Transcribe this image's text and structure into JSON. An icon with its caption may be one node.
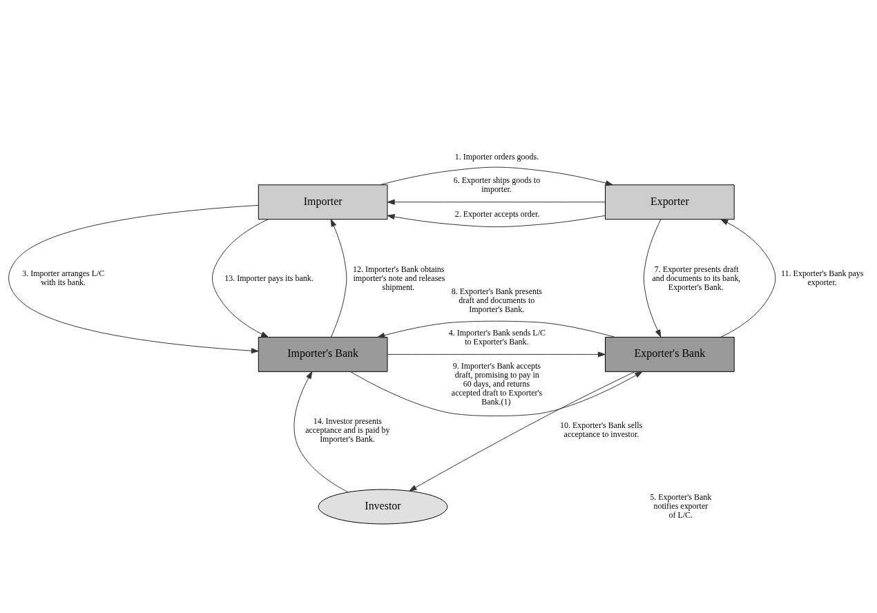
{
  "diagram": {
    "nodes": [
      {
        "text": [
          "Exporter"
        ]
      },
      {
        "text": [
          "Importer"
        ]
      },
      {
        "text": [
          "Exporter's Bank"
        ]
      },
      {
        "text": [
          "Importer's Bank"
        ]
      },
      {
        "text": [
          "Investor"
        ]
      }
    ],
    "edges": [
      {
        "from": 1,
        "to": 0,
        "arrow": "to",
        "label": "1. Importer orders goods."
      },
      {
        "from": 0,
        "to": 1,
        "arrow": "to",
        "label": "2. Exporter accepts order."
      },
      {
        "from": 1,
        "to": 3,
        "arrow": "to",
        "label": "3. Importer arranges L/C with its bank."
      },
      {
        "from": 3,
        "to": 2,
        "arrow": "to",
        "label": "4. Importer's Bank sends L/C to Exporter's Bank."
      },
      {
        "from": 0,
        "to": 1,
        "arrow": "to",
        "label": "6. Exporter ships goods to importer."
      },
      {
        "from": 0,
        "to": 2,
        "arrow": "to",
        "label": "7. Exporter presents draft and documents to its bank, Exporter's Bank."
      },
      {
        "from": 2,
        "to": 3,
        "arrow": "to",
        "label": "8. Exporter's Bank presents draft and documents to Importer's Bank."
      },
      {
        "from": 3,
        "to": 2,
        "arrow": "to",
        "label": "9. Importer's Bank accepts draft, promising to pay in 60 days, and returns accepted draft to Exporter's Bank.(1)"
      },
      {
        "from": 2,
        "to": 4,
        "arrow": "to",
        "label": "10. Exporter's Bank sells acceptance to investor."
      },
      {
        "from": 2,
        "to": 0,
        "arrow": "to",
        "label": "11. Exporter's Bank pays exporter."
      },
      {
        "from": 3,
        "to": 1,
        "arrow": "to",
        "label": "12. Importer's Bank obtains importer's note and releases shipment."
      },
      {
        "from": 1,
        "to": 3,
        "arrow": "to",
        "label": "13. Importer pays its bank."
      },
      {
        "from": 4,
        "to": 3,
        "arrow": "to",
        "label": "14. Investor presents acceptance and is paid by Importer's Bank."
      }
    ],
    "labels": [
      "5. Exporter's Bank notifies exporter of L/C."
    ]
  }
}
